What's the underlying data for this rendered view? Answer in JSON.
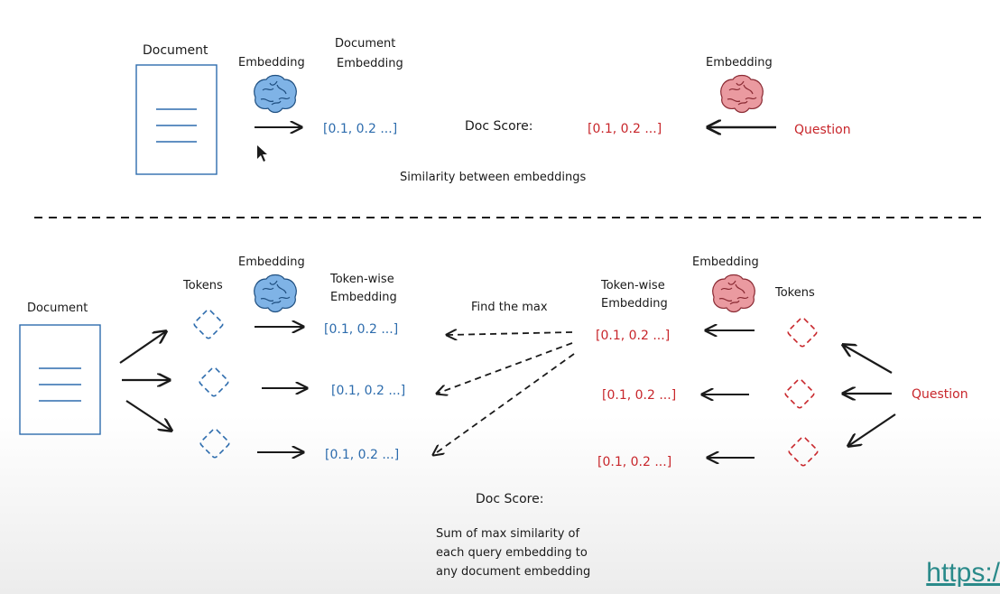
{
  "colors": {
    "doc": "#2d6cad",
    "query": "#c8262b",
    "ink": "#1a1a1a",
    "brain_doc": "#7fb3e6",
    "brain_query": "#ea9aa0"
  },
  "top": {
    "document_label": "Document",
    "embedding_label_left": "Embedding",
    "doc_embedding_label_1": "Document",
    "doc_embedding_label_2": "Embedding",
    "doc_vector": "[0.1, 0.2 ...]",
    "doc_score_label": "Doc Score:",
    "query_vector": "[0.1, 0.2 ...]",
    "embedding_label_right": "Embedding",
    "question_label": "Question",
    "caption": "Similarity between embeddings"
  },
  "bottom": {
    "document_label": "Document",
    "tokens_label_left": "Tokens",
    "embedding_label_left": "Embedding",
    "tokenwise_label_left_1": "Token-wise",
    "tokenwise_label_left_2": "Embedding",
    "doc_vectors": [
      "[0.1, 0.2 ...]",
      "[0.1, 0.2 ...]",
      "[0.1, 0.2 ...]"
    ],
    "find_max_label": "Find the max",
    "tokenwise_label_right_1": "Token-wise",
    "tokenwise_label_right_2": "Embedding",
    "embedding_label_right": "Embedding",
    "tokens_label_right": "Tokens",
    "query_vectors": [
      "[0.1, 0.2 ...]",
      "[0.1, 0.2 ...]",
      "[0.1, 0.2 ...]"
    ],
    "question_label": "Question",
    "doc_score_label": "Doc Score:",
    "score_desc": [
      "Sum of max similarity of",
      "each query embedding to",
      "any document embedding"
    ]
  },
  "link_text": "https:/"
}
